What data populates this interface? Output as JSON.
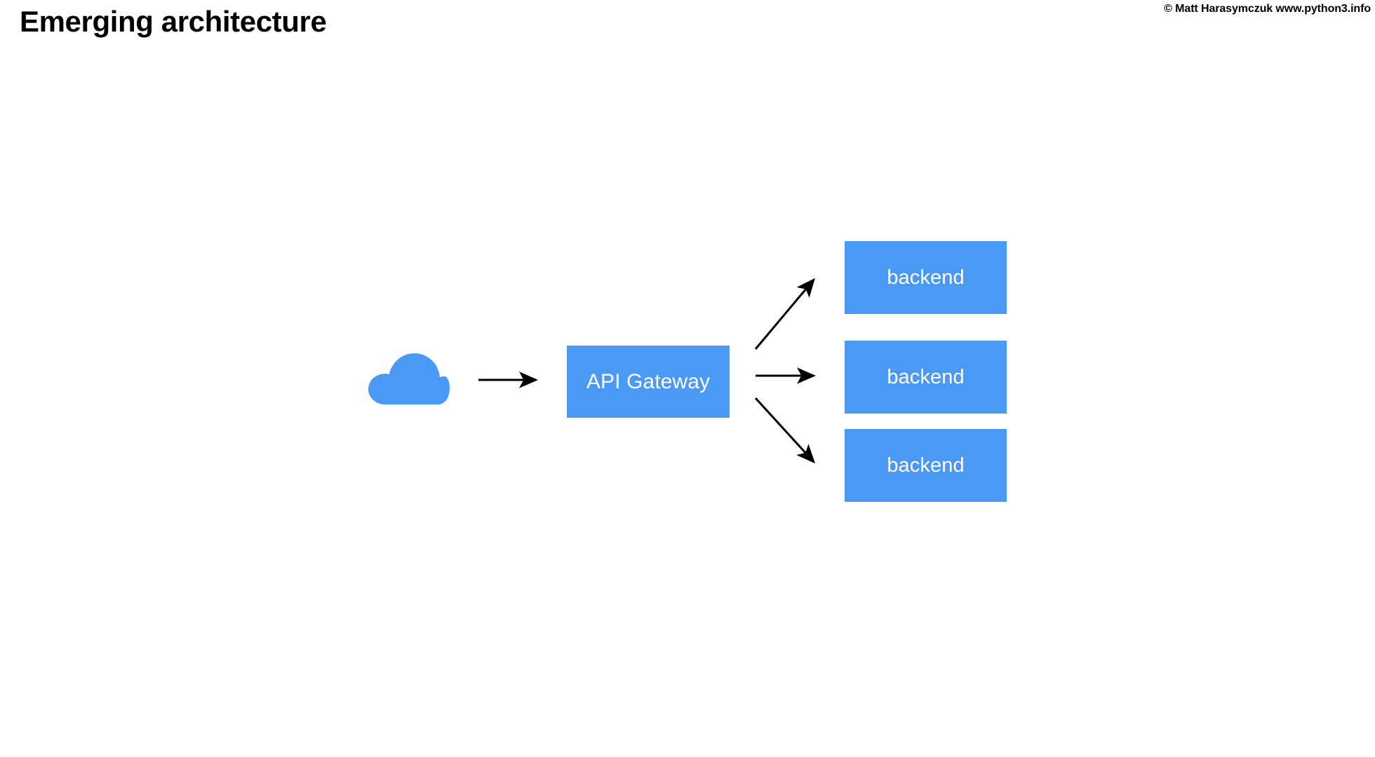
{
  "slide": {
    "title": "Emerging architecture",
    "copyright": "© Matt Harasymczuk www.python3.info",
    "background_color": "#ffffff",
    "text_color": "#000000"
  },
  "diagram": {
    "type": "architecture-flow",
    "accent_color": "#4a9af5",
    "node_text_color": "#ffffff",
    "connector_color": "#000000",
    "nodes": [
      {
        "id": "client-cloud",
        "shape": "cloud",
        "label": "",
        "color": "#4a9af5"
      },
      {
        "id": "api-gateway",
        "shape": "rectangle",
        "label": "API Gateway",
        "color": "#4a9af5"
      },
      {
        "id": "backend-1",
        "shape": "rectangle",
        "label": "backend",
        "color": "#4a9af5"
      },
      {
        "id": "backend-2",
        "shape": "rectangle",
        "label": "backend",
        "color": "#4a9af5"
      },
      {
        "id": "backend-3",
        "shape": "rectangle",
        "label": "backend",
        "color": "#4a9af5"
      }
    ],
    "connectors": [
      {
        "id": "cloud-to-gateway",
        "from": "client-cloud",
        "to": "api-gateway",
        "style": "arrow"
      },
      {
        "id": "gateway-to-backend-1",
        "from": "api-gateway",
        "to": "backend-1",
        "style": "arrow"
      },
      {
        "id": "gateway-to-backend-2",
        "from": "api-gateway",
        "to": "backend-2",
        "style": "arrow"
      },
      {
        "id": "gateway-to-backend-3",
        "from": "api-gateway",
        "to": "backend-3",
        "style": "arrow"
      }
    ]
  }
}
